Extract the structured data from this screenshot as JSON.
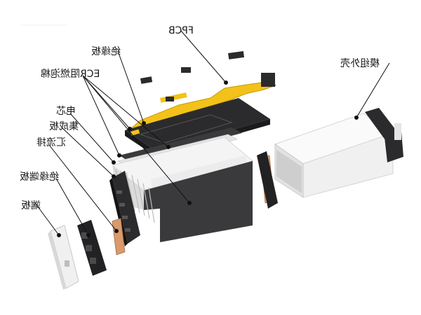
{
  "diagram": {
    "labels": {
      "fpcb": "FPCB",
      "insulation_top": "绝缘板",
      "ecr_foam": "ECR阻燃泡棉",
      "cell": "电芯",
      "collector": "集成板",
      "busbar": "汇流排",
      "insulation_end": "绝缘端板",
      "end_plate": "端板",
      "module_shell": "模组外壳"
    },
    "colors": {
      "fpcb": "#f3c21a",
      "dark_plate": "#2b2b2d",
      "cell_body": "#3a3a3c",
      "shell": "#eeeeee",
      "copper": "#d99a6c",
      "leader": "#111111"
    }
  }
}
